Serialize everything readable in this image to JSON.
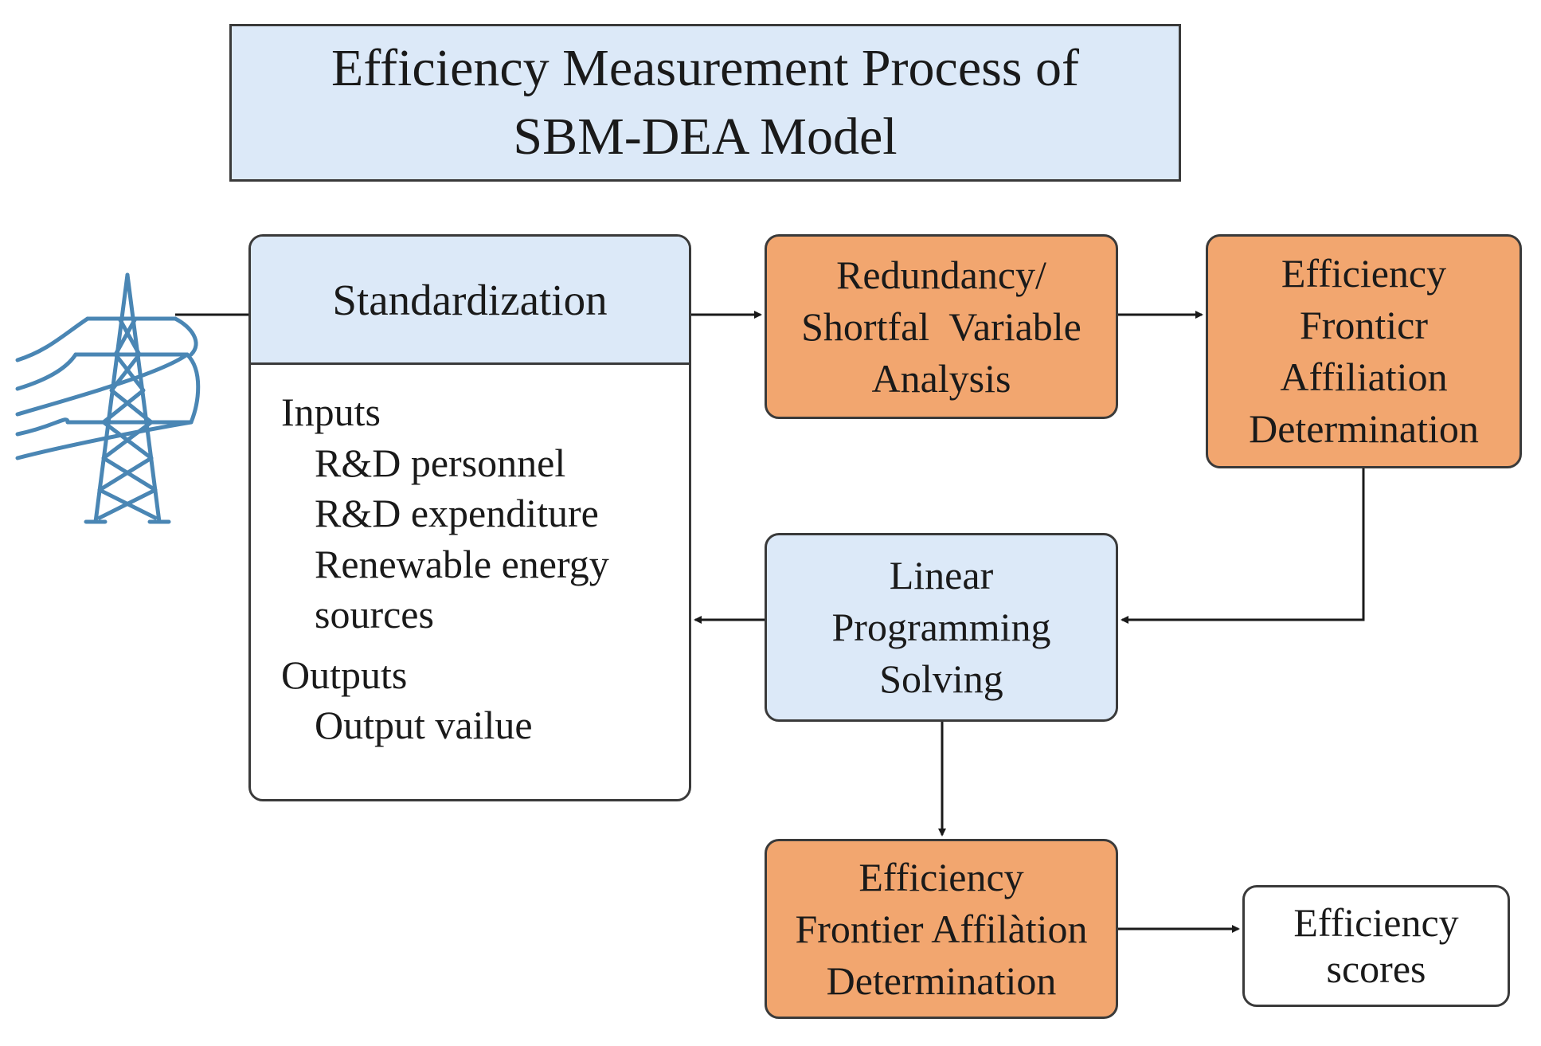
{
  "title": {
    "line1": "Efficiency Measurement Process of",
    "line2": "SBM-DEA Model"
  },
  "standardization": {
    "header": "Standardization",
    "inputs_label": "Inputs",
    "inputs": [
      "R&D personnel",
      "R&D expenditure",
      "Renewable energy",
      "sources"
    ],
    "outputs_label": "Outputs",
    "outputs": [
      "Output vailue"
    ]
  },
  "redundancy": {
    "line1": "Redundancy/",
    "line2": "Shortfal  Variable",
    "line3": "Analysis"
  },
  "frontier_top": {
    "line1": "Efficiency",
    "line2": "Fronticr",
    "line3": "Affiliation",
    "line4": "Determination"
  },
  "linear_programming": {
    "line1": "Linear",
    "line2": "Programming",
    "line3": "Solving"
  },
  "frontier_bottom": {
    "line1": "Efficiency",
    "line2": "Frontier Affilàtion",
    "line3": "Determination"
  },
  "scores": {
    "line1": "Efficiency",
    "line2": "scores"
  },
  "colors": {
    "light_blue": "#dce9f8",
    "orange": "#f2a66f",
    "tower": "#4a86b4",
    "stroke": "#1a1a1a"
  },
  "icons": {
    "tower": "power-tower-icon"
  }
}
